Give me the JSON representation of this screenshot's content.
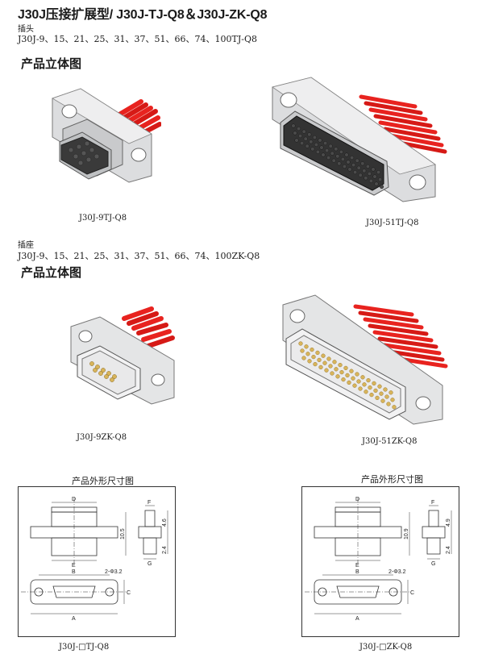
{
  "title": "J30J压接扩展型/ J30J-TJ-Q8＆J30J-ZK-Q8",
  "plug": {
    "label": "插头",
    "series": "J30J-9、15、21、25、31、37、51、66、74、100TJ-Q8",
    "heading": "产品立体图",
    "captions": [
      "J30J-9TJ-Q8",
      "J30J-51TJ-Q8"
    ]
  },
  "socket": {
    "label": "插座",
    "series": "J30J-9、15、21、25、31、37、51、66、74、100ZK-Q8",
    "heading": "产品立体图",
    "captions": [
      "J30J-9ZK-Q8",
      "J30J-51ZK-Q8"
    ]
  },
  "drawings": [
    {
      "title": "产品外形尺寸图",
      "caption": "J30J-□TJ-Q8",
      "dims": {
        "D": "D",
        "E": "E",
        "F": "F",
        "G": "G",
        "B": "B",
        "A": "A",
        "C": "C",
        "height": "10.5",
        "flange": "4.6",
        "pin": "2.4",
        "hole": "2-Φ3.2"
      }
    },
    {
      "title": "产品外形尺寸图",
      "caption": "J30J-□ZK-Q8",
      "dims": {
        "D": "D",
        "E": "E",
        "F": "F",
        "G": "G",
        "B": "B",
        "A": "A",
        "C": "C",
        "height": "10.9",
        "flange": "4.9",
        "pin": "2.4",
        "hole": "2-Φ3.2"
      }
    }
  ],
  "colors": {
    "wire": "#e8231f",
    "shell": "#d9dadb",
    "insulator": "#3a3a3a",
    "contact": "#d8b45a"
  }
}
